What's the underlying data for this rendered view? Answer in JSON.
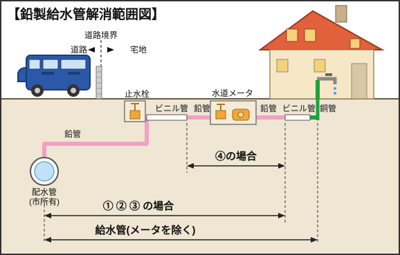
{
  "title": "【鉛製給水管解消範囲図】",
  "labels": {
    "road_boundary": "道路境界",
    "road": "道路",
    "residential": "宅地",
    "stop_valve": "止水栓",
    "water_meter": "水道メータ",
    "lead_pipe": "鉛管",
    "vinyl_pipe": "ビニル管",
    "copper_pipe": "銅管",
    "distribution_main": "配水管",
    "city_owned": "(市所有)",
    "case_4": "④の場合",
    "case_123": "① ② ③ の場合",
    "service_pipe": "給水管(メータを除く)"
  },
  "colors": {
    "border": "#333333",
    "soil": "#efe6d4",
    "ground_line": "#6b5a44",
    "lead_pipe": "#f2a0c4",
    "copper_pipe": "#1ba33a",
    "roof": "#e0613c",
    "house_wall": "#f6e7c6",
    "truck": "#2b59a8"
  },
  "icons": [
    "truck-icon",
    "house-icon",
    "faucet-icon",
    "stop-valve-icon",
    "water-meter-icon",
    "distribution-main-icon",
    "wall-post-icon"
  ]
}
